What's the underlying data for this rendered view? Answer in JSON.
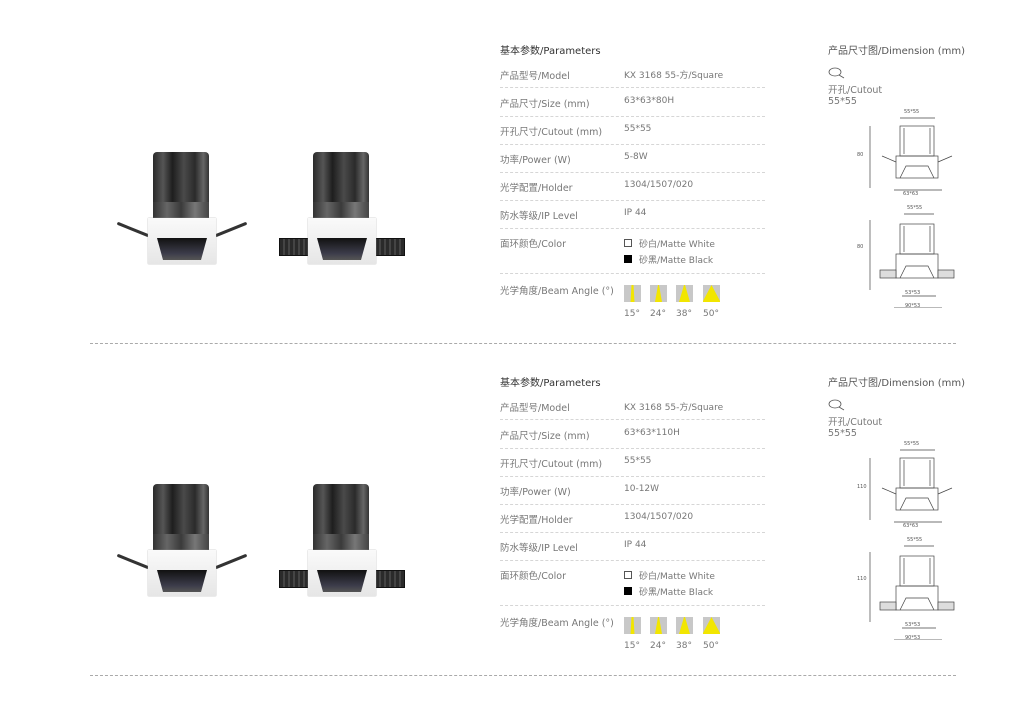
{
  "sections": [
    {
      "params_title": "基本参数/Parameters",
      "rows": {
        "model": {
          "label": "产品型号/Model",
          "value": "KX 3168  55-方/Square"
        },
        "size": {
          "label": "产品尺寸/Size (mm)",
          "value": "63*63*80H"
        },
        "cutout": {
          "label": "开孔尺寸/Cutout (mm)",
          "value": "55*55"
        },
        "power": {
          "label": "功率/Power (W)",
          "value": "5-8W"
        },
        "holder": {
          "label": "光学配置/Holder",
          "value": "1304/1507/020"
        },
        "ip": {
          "label": "防水等级/IP Level",
          "value": "IP 44"
        },
        "color": {
          "label": "面环颜色/Color",
          "options": [
            "砂白/Matte White",
            "砂黑/Matte Black"
          ]
        },
        "beam": {
          "label": "光学角度/Beam Angle (°)",
          "angles": [
            "15°",
            "24°",
            "38°",
            "50°"
          ]
        }
      },
      "dimension": {
        "title": "产品尺寸图/Dimension (mm)",
        "cutout_label": "开孔/Cutout",
        "cutout_value": "55*55",
        "drawing1": {
          "top": "55*55",
          "height": "80",
          "bottom": "63*63"
        },
        "drawing2": {
          "top": "55*55",
          "height": "80",
          "bottom1": "53*53",
          "bottom2": "90*53"
        }
      }
    },
    {
      "params_title": "基本参数/Parameters",
      "rows": {
        "model": {
          "label": "产品型号/Model",
          "value": "KX 3168  55-方/Square"
        },
        "size": {
          "label": "产品尺寸/Size (mm)",
          "value": "63*63*110H"
        },
        "cutout": {
          "label": "开孔尺寸/Cutout (mm)",
          "value": "55*55"
        },
        "power": {
          "label": "功率/Power (W)",
          "value": "10-12W"
        },
        "holder": {
          "label": "光学配置/Holder",
          "value": "1304/1507/020"
        },
        "ip": {
          "label": "防水等级/IP Level",
          "value": "IP 44"
        },
        "color": {
          "label": "面环颜色/Color",
          "options": [
            "砂白/Matte White",
            "砂黑/Matte Black"
          ]
        },
        "beam": {
          "label": "光学角度/Beam Angle (°)",
          "angles": [
            "15°",
            "24°",
            "38°",
            "50°"
          ]
        }
      },
      "dimension": {
        "title": "产品尺寸图/Dimension (mm)",
        "cutout_label": "开孔/Cutout",
        "cutout_value": "55*55",
        "drawing1": {
          "top": "55*55",
          "height": "110",
          "bottom": "63*63"
        },
        "drawing2": {
          "top": "55*55",
          "height": "110",
          "bottom1": "53*53",
          "bottom2": "90*53"
        }
      }
    }
  ],
  "colors": {
    "beam_yellow": "#f2e600",
    "beam_bg": "#c8c8c8",
    "text": "#777777"
  }
}
